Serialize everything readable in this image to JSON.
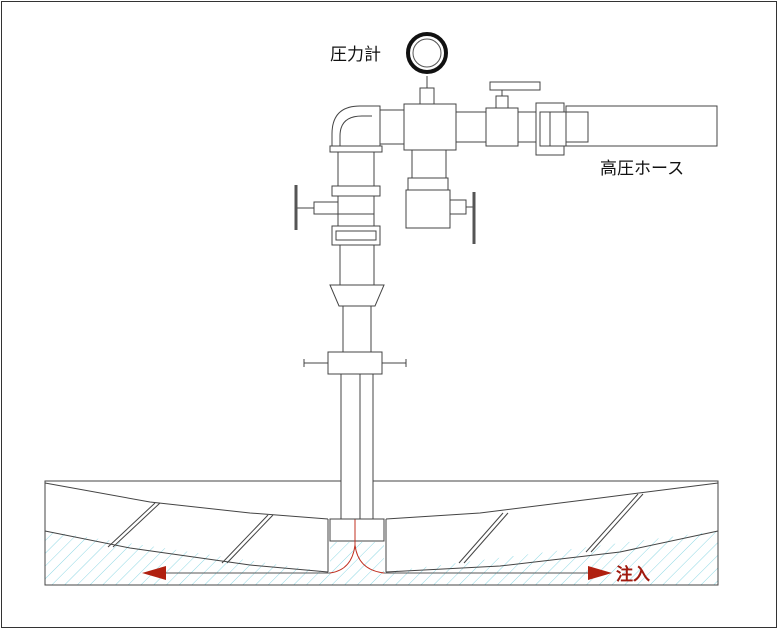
{
  "labels": {
    "gauge": "圧力計",
    "hose": "高圧ホース",
    "inject": "注入"
  },
  "colors": {
    "line": "#444444",
    "hatch": "#8fd8e4",
    "arrow": "#b02010",
    "injection_line": "#c03020"
  }
}
